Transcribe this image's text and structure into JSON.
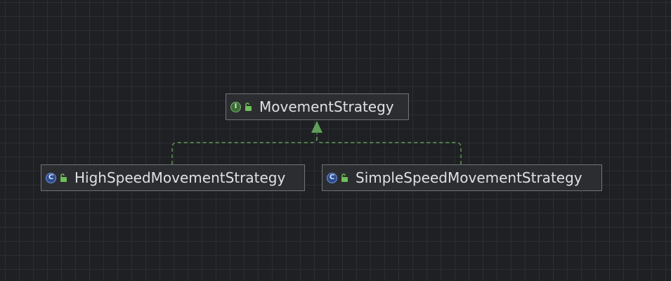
{
  "diagram": {
    "nodes": [
      {
        "id": "movement-strategy",
        "label": "MovementStrategy",
        "kind": "interface",
        "kind_glyph": "I",
        "visibility": "public"
      },
      {
        "id": "high-speed",
        "label": "HighSpeedMovementStrategy",
        "kind": "class",
        "kind_glyph": "C",
        "visibility": "public"
      },
      {
        "id": "simple-speed",
        "label": "SimpleSpeedMovementStrategy",
        "kind": "class",
        "kind_glyph": "C",
        "visibility": "public"
      }
    ],
    "edges": [
      {
        "from": "high-speed",
        "to": "movement-strategy",
        "type": "implements"
      },
      {
        "from": "simple-speed",
        "to": "movement-strategy",
        "type": "implements"
      }
    ]
  },
  "colors": {
    "background": "#1f2023",
    "grid": "#2c2e33",
    "node_fill": "#2b2d30",
    "node_border": "#6f737a",
    "node_text": "#dfe1e5",
    "edge": "#5f9e58",
    "interface_icon": "#79b86b",
    "class_icon": "#6f97e0",
    "lock_icon": "#6fbf5a"
  },
  "icons": {
    "interface": "interface-icon",
    "class": "class-icon",
    "visibility": "unlocked-padlock-icon"
  }
}
